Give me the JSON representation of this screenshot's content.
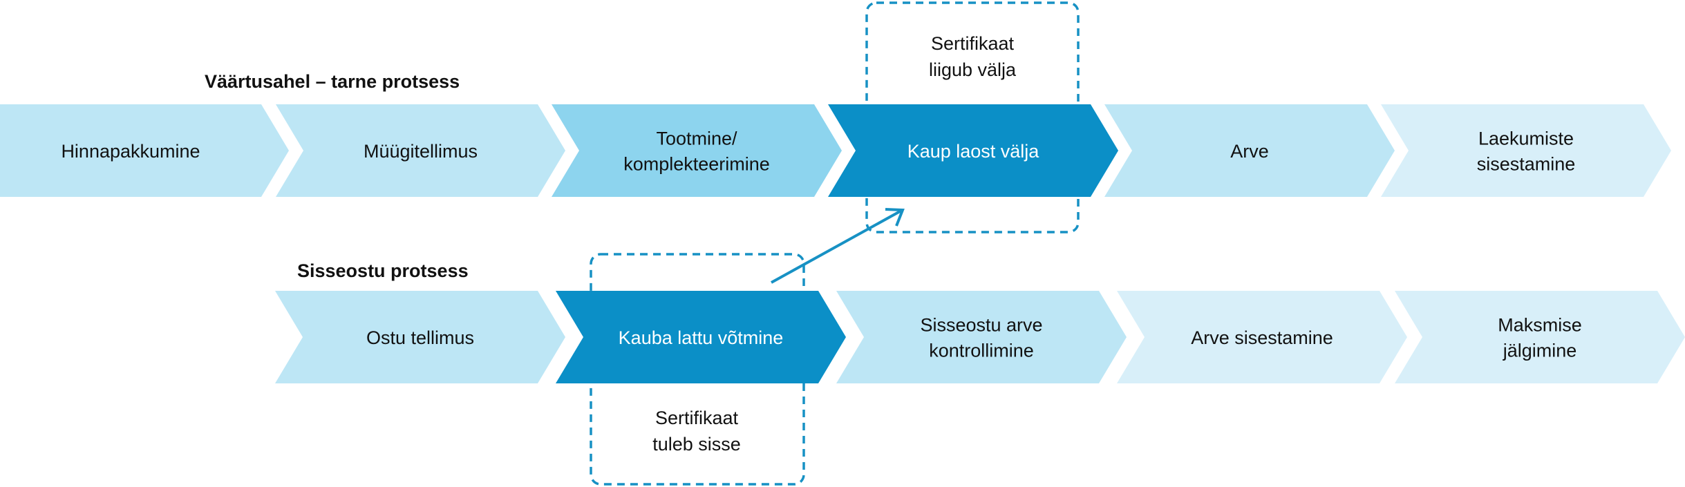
{
  "colors": {
    "light": "#bde6f5",
    "lighter": "#d8eff9",
    "medium": "#8dd4ee",
    "dark": "#0b8fc7",
    "dash": "#1791c4",
    "dark_text": "#ffffff",
    "normal_text": "#111111"
  },
  "rows": [
    {
      "id": "sales",
      "title": "Väärtusahel – tarne protsess",
      "steps": [
        {
          "lines": [
            "Hinnapakkumine"
          ],
          "tone": "light"
        },
        {
          "lines": [
            "Müügitellimus"
          ],
          "tone": "light"
        },
        {
          "lines": [
            "Tootmine/",
            "komplekteerimine"
          ],
          "tone": "medium"
        },
        {
          "lines": [
            "Kaup laost välja"
          ],
          "tone": "dark"
        },
        {
          "lines": [
            "Arve"
          ],
          "tone": "light"
        },
        {
          "lines": [
            "Laekumiste",
            "sisestamine"
          ],
          "tone": "lighter"
        }
      ]
    },
    {
      "id": "purchase",
      "title": "Sisseostu protsess",
      "steps": [
        {
          "lines": [
            "Ostu tellimus"
          ],
          "tone": "light"
        },
        {
          "lines": [
            "Kauba lattu võtmine"
          ],
          "tone": "dark"
        },
        {
          "lines": [
            "Sisseostu arve",
            "kontrollimine"
          ],
          "tone": "light"
        },
        {
          "lines": [
            "Arve sisestamine"
          ],
          "tone": "lighter"
        },
        {
          "lines": [
            "Maksmise",
            "jälgimine"
          ],
          "tone": "lighter"
        }
      ]
    }
  ],
  "notes": {
    "cert_out": [
      "Sertifikaat",
      "liigub välja"
    ],
    "cert_in": [
      "Sertifikaat",
      "tuleb sisse"
    ]
  }
}
